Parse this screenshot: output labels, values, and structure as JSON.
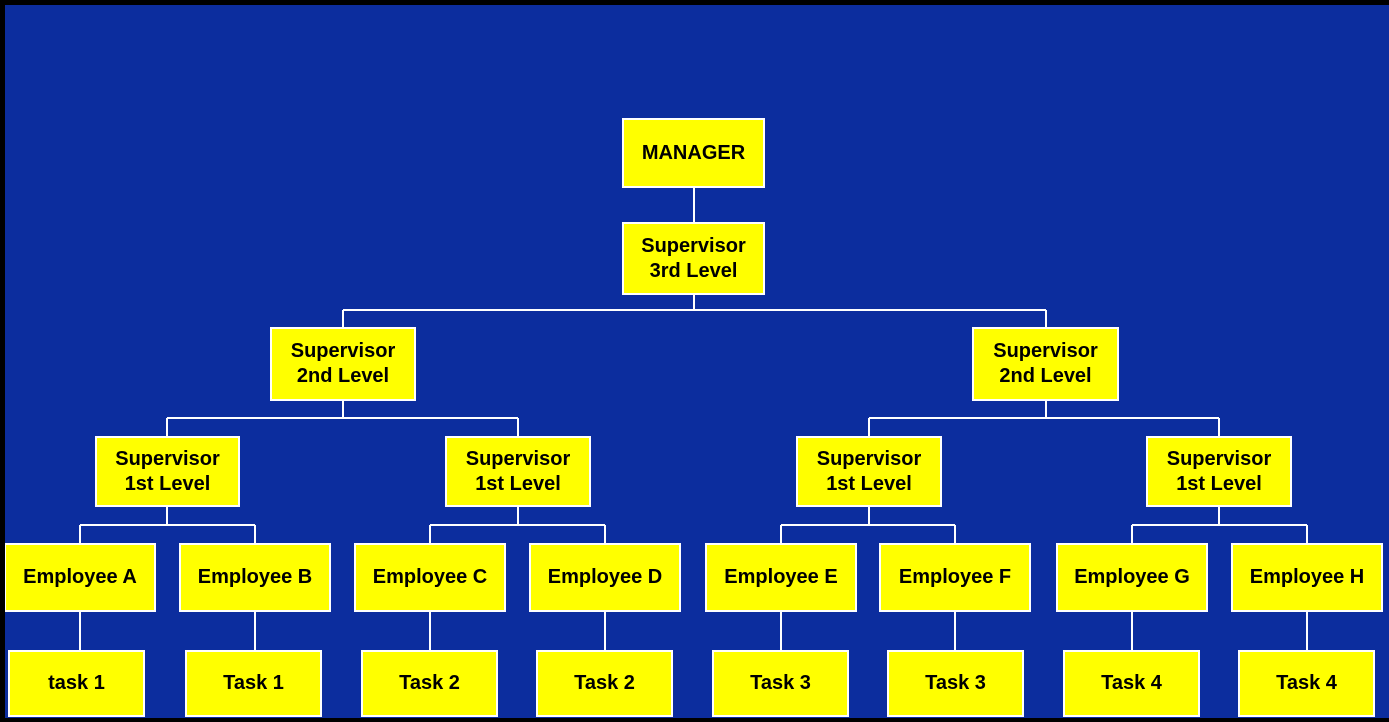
{
  "diagram": {
    "type": "org-chart",
    "colors": {
      "background": "#0c2d9e",
      "node_fill": "#ffff00",
      "node_border": "#ffffff",
      "node_text": "#000000",
      "connector": "#ffffff"
    },
    "nodes": [
      {
        "id": "manager",
        "label": "MANAGER"
      },
      {
        "id": "supervisor-3rd",
        "label": "Supervisor\n3rd Level"
      },
      {
        "id": "supervisor-2nd-left",
        "label": "Supervisor\n2nd Level"
      },
      {
        "id": "supervisor-2nd-right",
        "label": "Supervisor\n2nd Level"
      },
      {
        "id": "supervisor-1st-1",
        "label": "Supervisor\n1st Level"
      },
      {
        "id": "supervisor-1st-2",
        "label": "Supervisor\n1st Level"
      },
      {
        "id": "supervisor-1st-3",
        "label": "Supervisor\n1st Level"
      },
      {
        "id": "supervisor-1st-4",
        "label": "Supervisor\n1st Level"
      },
      {
        "id": "employee-a",
        "label": "Employee A"
      },
      {
        "id": "employee-b",
        "label": "Employee B"
      },
      {
        "id": "employee-c",
        "label": "Employee C"
      },
      {
        "id": "employee-d",
        "label": "Employee D"
      },
      {
        "id": "employee-e",
        "label": "Employee E"
      },
      {
        "id": "employee-f",
        "label": "Employee F"
      },
      {
        "id": "employee-g",
        "label": "Employee G"
      },
      {
        "id": "employee-h",
        "label": "Employee H"
      },
      {
        "id": "task-1a",
        "label": "task 1"
      },
      {
        "id": "task-1b",
        "label": "Task 1"
      },
      {
        "id": "task-2a",
        "label": "Task 2"
      },
      {
        "id": "task-2b",
        "label": "Task 2"
      },
      {
        "id": "task-3a",
        "label": "Task 3"
      },
      {
        "id": "task-3b",
        "label": "Task 3"
      },
      {
        "id": "task-4a",
        "label": "Task 4"
      },
      {
        "id": "task-4b",
        "label": "Task 4"
      }
    ],
    "hierarchy": {
      "MANAGER": [
        "Supervisor 3rd Level"
      ],
      "Supervisor 3rd Level": [
        "Supervisor 2nd Level (left)",
        "Supervisor 2nd Level (right)"
      ],
      "Supervisor 2nd Level (left)": [
        "Supervisor 1st Level #1",
        "Supervisor 1st Level #2"
      ],
      "Supervisor 2nd Level (right)": [
        "Supervisor 1st Level #3",
        "Supervisor 1st Level #4"
      ],
      "Supervisor 1st Level #1": [
        "Employee A",
        "Employee B"
      ],
      "Supervisor 1st Level #2": [
        "Employee C",
        "Employee D"
      ],
      "Supervisor 1st Level #3": [
        "Employee E",
        "Employee F"
      ],
      "Supervisor 1st Level #4": [
        "Employee G",
        "Employee H"
      ],
      "Employee A": [
        "task 1"
      ],
      "Employee B": [
        "Task 1"
      ],
      "Employee C": [
        "Task 2"
      ],
      "Employee D": [
        "Task 2"
      ],
      "Employee E": [
        "Task 3"
      ],
      "Employee F": [
        "Task 3"
      ],
      "Employee G": [
        "Task 4"
      ],
      "Employee H": [
        "Task 4"
      ]
    }
  }
}
